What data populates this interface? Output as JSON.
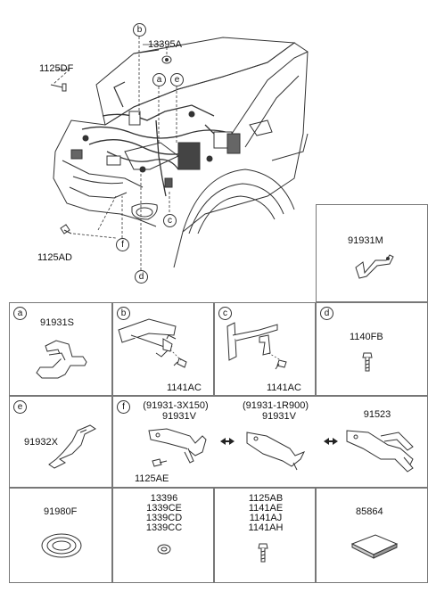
{
  "overview": {
    "callouts": [
      "a",
      "b",
      "c",
      "d",
      "e",
      "f"
    ],
    "parts": {
      "p13395A": "13395A",
      "p1125DF": "1125DF",
      "p1125AD": "1125AD",
      "p91931M": "91931M"
    }
  },
  "cells": {
    "a": {
      "letter": "a",
      "part": "91931S"
    },
    "b": {
      "letter": "b",
      "part": "1141AC"
    },
    "c": {
      "letter": "c",
      "part": "1141AC"
    },
    "d": {
      "letter": "d",
      "part": "1140FB"
    },
    "e": {
      "letter": "e",
      "part": "91932X"
    },
    "f": {
      "letter": "f",
      "alt1_code": "(91931-3X150)",
      "alt1_part": "91931V",
      "alt1_bolt": "1125AE",
      "alt2_code": "(91931-1R900)",
      "alt2_part": "91931V",
      "alt3_part": "91523"
    },
    "r1": {
      "part": "91980F"
    },
    "r2": {
      "lines": [
        "13396",
        "1339CE",
        "1339CD",
        "1339CC"
      ]
    },
    "r3": {
      "lines": [
        "1125AB",
        "1141AE",
        "1141AJ",
        "1141AH"
      ]
    },
    "r4": {
      "part": "85864"
    }
  }
}
